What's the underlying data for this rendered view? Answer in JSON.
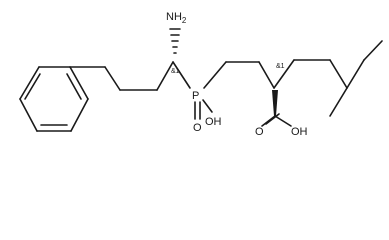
{
  "atoms": {
    "amine": "NH",
    "amine_subscript": "2",
    "phosphorus": "P",
    "phosphinic_oxo": "O",
    "phosphinic_hydroxyl": "OH",
    "carbonyl_oxygen": "O",
    "carboxyl_hydroxyl": "OH"
  },
  "stereo_labels": {
    "alpha_carbon": "&1",
    "beta_carbon": "&1"
  }
}
